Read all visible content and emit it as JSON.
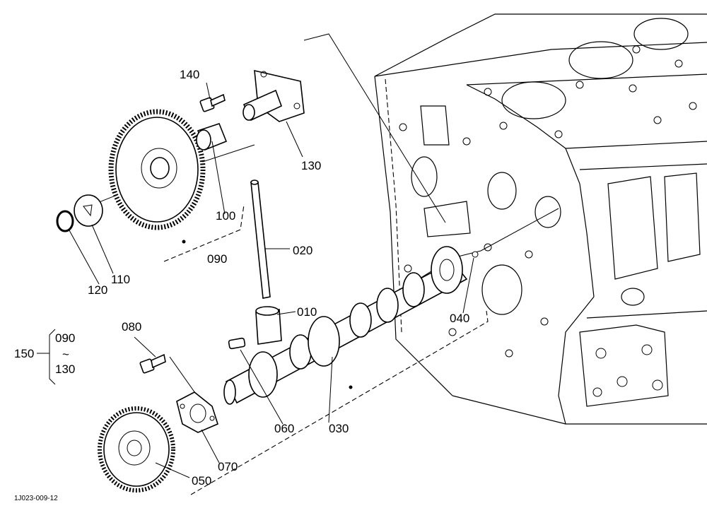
{
  "parts": {
    "p010": "010",
    "p020": "020",
    "p030": "030",
    "p040": "040",
    "p050": "050",
    "p060": "060",
    "p070": "070",
    "p080": "080",
    "p090": "090",
    "p100": "100",
    "p110": "110",
    "p120": "120",
    "p130": "130",
    "p140": "140",
    "p150": "150"
  },
  "range": {
    "from": "090",
    "sep": "~",
    "to": "130"
  },
  "figure_code": "1J023-009-12"
}
